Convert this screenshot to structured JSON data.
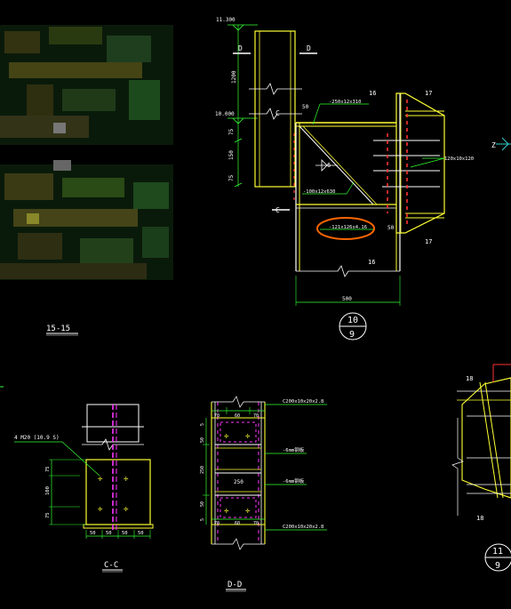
{
  "colors": {
    "background": "#000000",
    "member_yellow": "#ffff33",
    "member_white": "#ffffff",
    "dim_green": "#33ff33",
    "bolt_red": "#ff3333",
    "dashed_magenta": "#ff33ff",
    "highlight_orange": "#ff6600",
    "cyan_accent": "#33cccc"
  },
  "elevations": {
    "top": "11.300",
    "mid": "10.000"
  },
  "upper_detail": {
    "dims_vertical": [
      "1200",
      "75",
      "150",
      "75"
    ],
    "section_labels": {
      "d_left": "D",
      "d_right": "D",
      "c_upper": "C",
      "c_lower": "C",
      "z_right": "Z"
    },
    "callouts": {
      "top_plate": "-250x12x310",
      "stiffener": "-100x12x630",
      "highlighted": "-121x126x4.16",
      "right_plate": "120x10x120"
    },
    "small_dims": [
      "50",
      "50",
      "6"
    ],
    "part_numbers": [
      "16",
      "17",
      "17",
      "16"
    ],
    "bottom_dim": "500",
    "detail_ref": {
      "top": "10",
      "bottom": "9"
    }
  },
  "left_caption": "15-15",
  "cc_detail": {
    "bolt_note": "4 M20 (10.9 S)",
    "dims_vertical": [
      "75",
      "100",
      "75"
    ],
    "dims_horizontal": [
      "50",
      "50",
      "50",
      "50"
    ],
    "caption": "C-C"
  },
  "dd_detail": {
    "plate_top": "C200x10x20x2.8",
    "plate_bottom": "C200x10x20x2.8",
    "note_1": "-6mm钢板",
    "note_2": "-6mm钢板",
    "dims_horizontal_top": [
      "70",
      "60",
      "70"
    ],
    "dims_horizontal_bottom": [
      "70",
      "60",
      "70"
    ],
    "dims_vertical": [
      "5",
      "50",
      "250",
      "50",
      "5"
    ],
    "center_dim": "250",
    "caption": "D-D"
  },
  "right_detail": {
    "part_numbers": [
      "18",
      "18"
    ],
    "detail_ref": {
      "top": "11",
      "bottom": "9"
    }
  }
}
